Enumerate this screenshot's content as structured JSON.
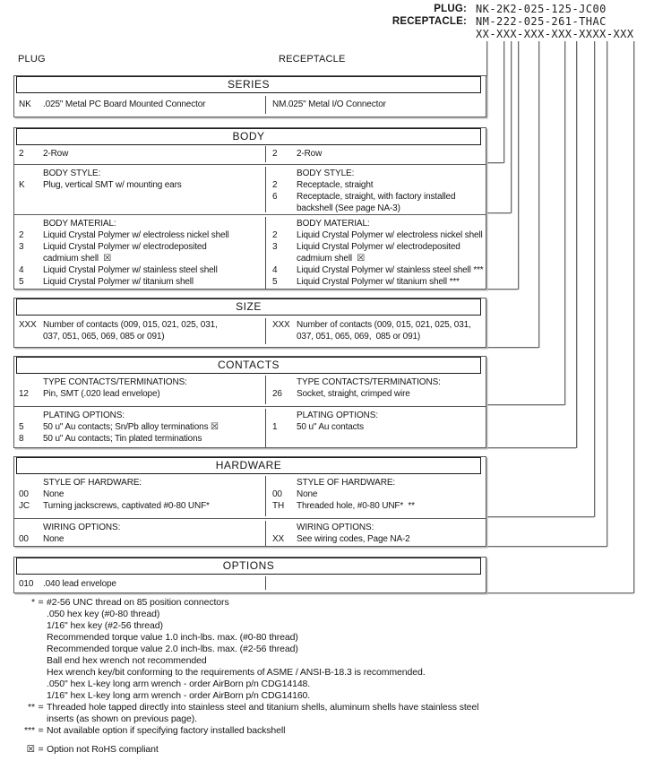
{
  "part_numbers": {
    "plug_label": "PLUG:",
    "plug_value": "NK-2K2-025-125-JC00",
    "receptacle_label": "RECEPTACLE:",
    "receptacle_value": "NM-222-025-261-THAC",
    "pattern": "XX-XXX-XXX-XXX-XXXX-XXX"
  },
  "column_titles": {
    "left": "PLUG",
    "right": "RECEPTACLE"
  },
  "sections": {
    "series": {
      "title": "SERIES",
      "left_code": "NK",
      "left_desc": ".025\" Metal PC Board Mounted Connector",
      "right_code": "NM",
      "right_desc": ".025\" Metal I/O Connector"
    },
    "body": {
      "title": "BODY",
      "row_left_code": "2",
      "row_left_desc": "2-Row",
      "row_right_code": "2",
      "row_right_desc": "2-Row",
      "style_label": "BODY STYLE:",
      "style_left": [
        {
          "code": "K",
          "desc": "Plug, vertical SMT w/ mounting ears"
        }
      ],
      "style_right": [
        {
          "code": "2",
          "desc": "Receptacle, straight"
        },
        {
          "code": "6",
          "desc": "Receptacle, straight, with factory installed\nbackshell (See page NA-3)"
        }
      ],
      "material_label": "BODY MATERIAL:",
      "material_left": [
        {
          "code": "2",
          "desc": "Liquid Crystal Polymer w/ electroless nickel shell"
        },
        {
          "code": "3",
          "desc": "Liquid Crystal Polymer w/ electrodeposited\ncadmium shell  ☒"
        },
        {
          "code": "4",
          "desc": "Liquid Crystal Polymer w/ stainless steel shell"
        },
        {
          "code": "5",
          "desc": "Liquid Crystal Polymer w/ titanium shell"
        }
      ],
      "material_right": [
        {
          "code": "2",
          "desc": "Liquid Crystal Polymer w/ electroless nickel shell"
        },
        {
          "code": "3",
          "desc": "Liquid Crystal Polymer w/ electrodeposited\ncadmium shell  ☒"
        },
        {
          "code": "4",
          "desc": "Liquid Crystal Polymer w/ stainless steel shell ***"
        },
        {
          "code": "5",
          "desc": "Liquid Crystal Polymer w/ titanium shell ***"
        }
      ]
    },
    "size": {
      "title": "SIZE",
      "left_code": "XXX",
      "left_desc": "Number of contacts (009, 015, 021, 025, 031,\n037, 051, 065, 069, 085 or 091)",
      "right_code": "XXX",
      "right_desc": "Number of contacts (009, 015, 021, 025, 031,\n037, 051, 065, 069,  085 or 091)"
    },
    "contacts": {
      "title": "CONTACTS",
      "type_label": "TYPE CONTACTS/TERMINATIONS:",
      "type_left": [
        {
          "code": "12",
          "desc": "Pin, SMT (.020 lead envelope)"
        }
      ],
      "type_right": [
        {
          "code": "26",
          "desc": "Socket, straight, crimped wire"
        }
      ],
      "plating_label": "PLATING OPTIONS:",
      "plating_left": [
        {
          "code": "5",
          "desc": "50 u\" Au contacts; Sn/Pb alloy terminations ☒"
        },
        {
          "code": "8",
          "desc": "50 u\" Au contacts; Tin plated terminations"
        }
      ],
      "plating_right": [
        {
          "code": "1",
          "desc": "50 u\" Au contacts"
        }
      ]
    },
    "hardware": {
      "title": "HARDWARE",
      "style_label": "STYLE OF HARDWARE:",
      "style_left": [
        {
          "code": "00",
          "desc": "None"
        },
        {
          "code": "JC",
          "desc": "Turning jackscrews, captivated #0-80 UNF*"
        }
      ],
      "style_right": [
        {
          "code": "00",
          "desc": "None"
        },
        {
          "code": "TH",
          "desc": "Threaded hole, #0-80 UNF*  **"
        }
      ],
      "wiring_label": "WIRING OPTIONS:",
      "wiring_left": [
        {
          "code": "00",
          "desc": "None"
        }
      ],
      "wiring_right": [
        {
          "code": "XX",
          "desc": "See wiring codes, Page NA-2"
        }
      ]
    },
    "options": {
      "title": "OPTIONS",
      "left_code": "010",
      "left_desc": ".040 lead envelope"
    }
  },
  "footnotes": [
    {
      "marker": "*",
      "eq": "=",
      "text": "#2-56 UNC thread on 85 position connectors"
    },
    {
      "marker": "",
      "eq": "",
      "text": ".050 hex key (#0-80 thread)"
    },
    {
      "marker": "",
      "eq": "",
      "text": "1/16\" hex key (#2-56 thread)"
    },
    {
      "marker": "",
      "eq": "",
      "text": "Recommended torque value 1.0 inch-lbs. max. (#0-80 thread)"
    },
    {
      "marker": "",
      "eq": "",
      "text": "Recommended torque value 2.0 inch-lbs. max. (#2-56 thread)"
    },
    {
      "marker": "",
      "eq": "",
      "text": "Ball end hex wrench not recommended"
    },
    {
      "marker": "",
      "eq": "",
      "text": "Hex wrench key/bit conforming to the requirements of ASME / ANSI-B-18.3 is recommended."
    },
    {
      "marker": "",
      "eq": "",
      "text": ".050\" hex L-key long arm wrench - order AirBorn p/n CDG14148."
    },
    {
      "marker": "",
      "eq": "",
      "text": "1/16\" hex L-key long arm wrench - order AirBorn p/n CDG14160."
    },
    {
      "marker": "**",
      "eq": "=",
      "text": "Threaded hole tapped directly into stainless steel and titanium shells, aluminum shells have stainless steel\ninserts (as shown on previous page)."
    },
    {
      "marker": "***",
      "eq": "=",
      "text": "Not available option if specifying factory installed backshell"
    },
    {
      "marker": "☒",
      "eq": "=",
      "text": "Option not RoHS compliant"
    }
  ]
}
